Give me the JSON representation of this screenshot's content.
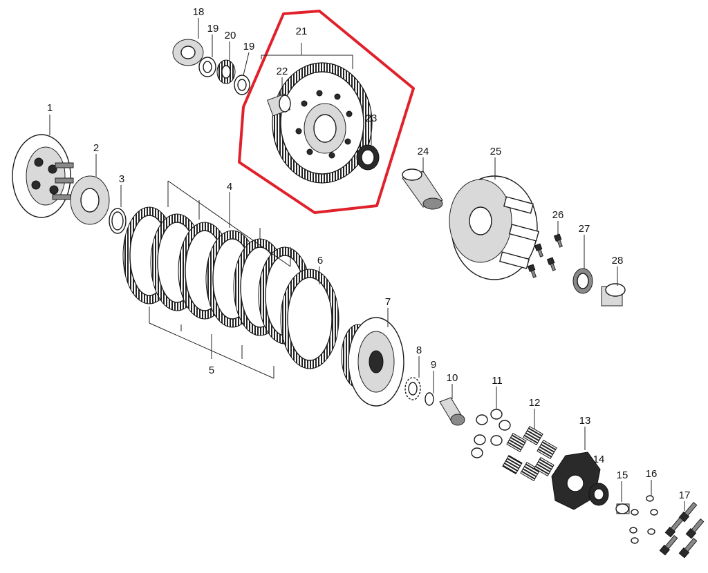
{
  "highlight_color": "#e0202a",
  "labels": [
    "1",
    "2",
    "3",
    "4",
    "5",
    "6",
    "7",
    "8",
    "9",
    "10",
    "11",
    "12",
    "13",
    "14",
    "15",
    "16",
    "17",
    "18",
    "19",
    "19",
    "20",
    "21",
    "22",
    "23",
    "24",
    "25",
    "26",
    "27",
    "28"
  ]
}
